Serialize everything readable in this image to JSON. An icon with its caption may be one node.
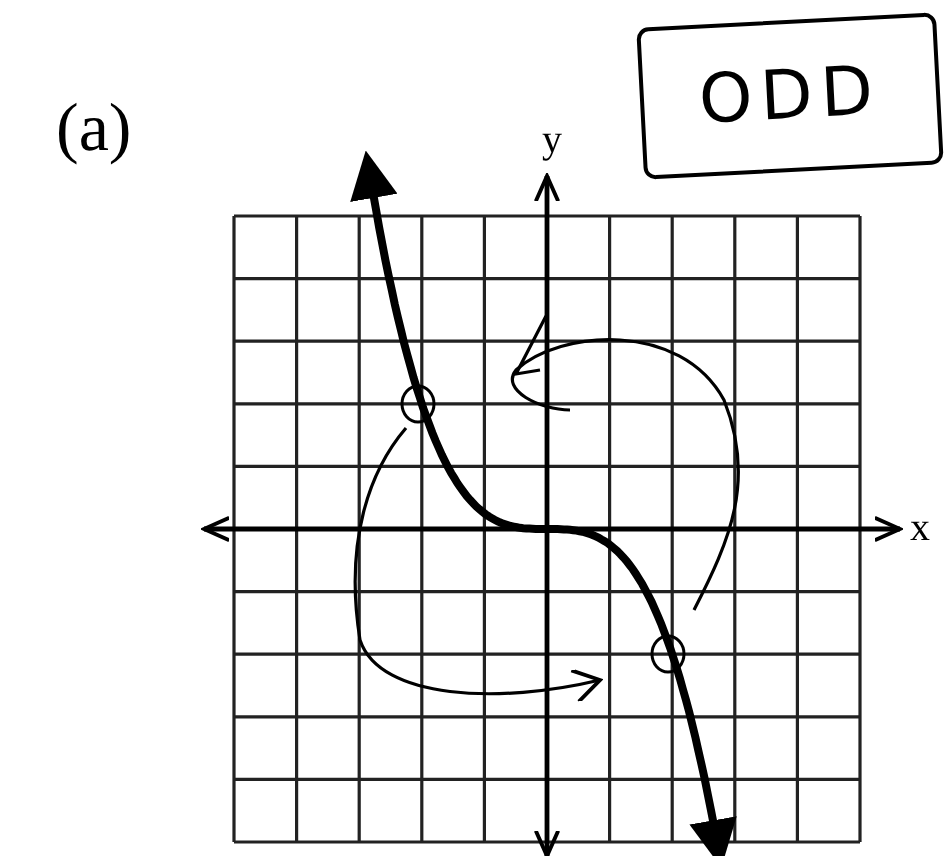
{
  "diagram": {
    "nodes": [
      {
        "text": [
          "ODD"
        ]
      }
    ],
    "labels": [
      "(a)",
      "y",
      "x"
    ]
  }
}
